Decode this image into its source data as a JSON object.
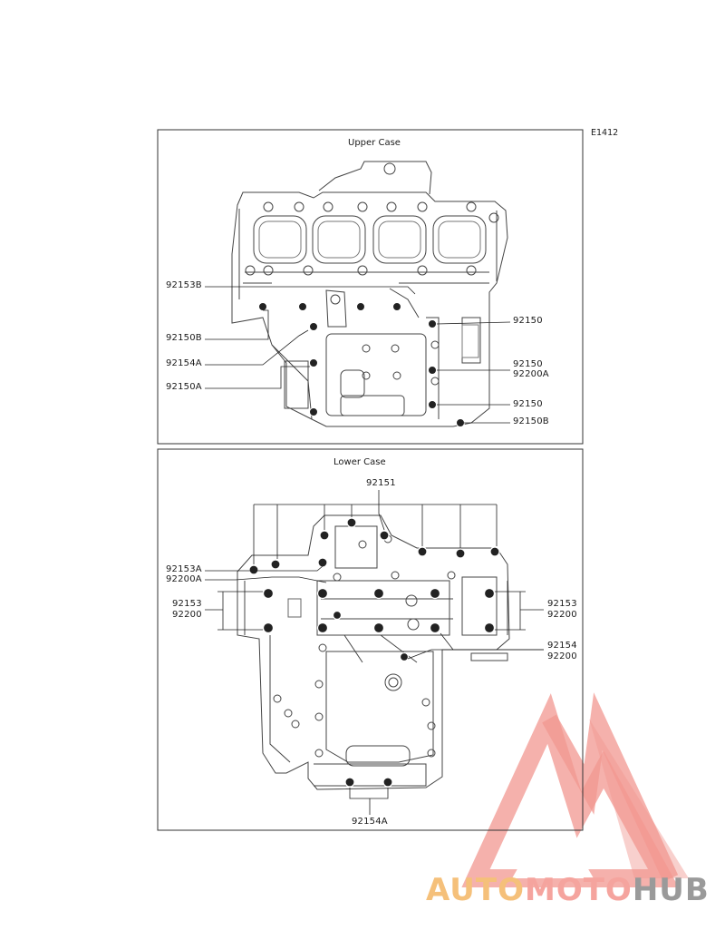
{
  "ref_code": "E1412",
  "upper_case": {
    "title": "Upper Case",
    "labels_left": [
      "92153B",
      "92150B",
      "92154A",
      "92150A"
    ],
    "labels_right": [
      "92150",
      "92150",
      "92200A",
      "92150",
      "92150B"
    ]
  },
  "lower_case": {
    "title": "Lower Case",
    "label_top": "92151",
    "labels_left": [
      "92153A",
      "92200A",
      "92153",
      "92200"
    ],
    "labels_right": [
      "92153",
      "92200",
      "92154",
      "92200"
    ],
    "label_bottom": "92154A"
  },
  "watermark": {
    "part1": "AUTO",
    "part2": "MOTO",
    "part3": "HUB",
    "colors": {
      "part1": "#f5c07a",
      "part2": "#f5a49e",
      "part3": "#9a9a9a",
      "logo": "#f08c84"
    }
  }
}
